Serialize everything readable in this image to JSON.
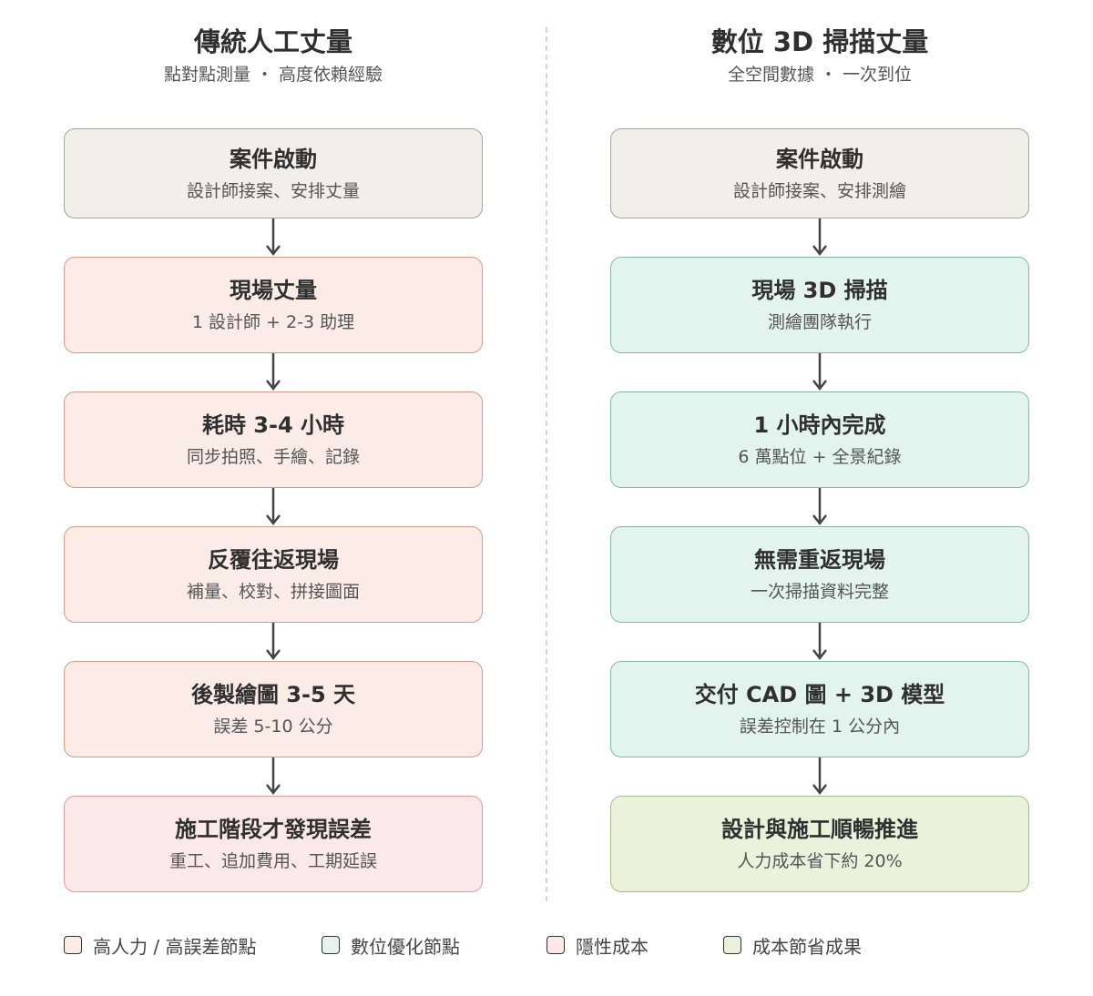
{
  "left_column": {
    "title": "傳統人工丈量",
    "subtitle": "點對點測量 ・ 高度依賴經驗",
    "steps": [
      {
        "title": "案件啟動",
        "subtitle": "設計師接案、安排丈量",
        "kind": "neutral"
      },
      {
        "title": "現場丈量",
        "subtitle": "1 設計師 + 2-3 助理",
        "kind": "high"
      },
      {
        "title": "耗時 3-4 小時",
        "subtitle": "同步拍照、手繪、記錄",
        "kind": "high"
      },
      {
        "title": "反覆往返現場",
        "subtitle": "補量、校對、拼接圖面",
        "kind": "high"
      },
      {
        "title": "後製繪圖 3-5 天",
        "subtitle": "誤差 5-10 公分",
        "kind": "high"
      },
      {
        "title": "施工階段才發現誤差",
        "subtitle": "重工、追加費用、工期延誤",
        "kind": "hidden"
      }
    ]
  },
  "right_column": {
    "title": "數位 3D 掃描丈量",
    "subtitle": "全空間數據 ・ 一次到位",
    "steps": [
      {
        "title": "案件啟動",
        "subtitle": "設計師接案、安排測繪",
        "kind": "neutral"
      },
      {
        "title": "現場 3D 掃描",
        "subtitle": "測繪團隊執行",
        "kind": "digital"
      },
      {
        "title": "1 小時內完成",
        "subtitle": "6 萬點位 + 全景紀錄",
        "kind": "digital"
      },
      {
        "title": "無需重返現場",
        "subtitle": "一次掃描資料完整",
        "kind": "digital"
      },
      {
        "title": "交付 CAD 圖 + 3D 模型",
        "subtitle": "誤差控制在 1 公分內",
        "kind": "digital"
      },
      {
        "title": "設計與施工順暢推進",
        "subtitle": "人力成本省下約 20%",
        "kind": "saving"
      }
    ]
  },
  "legend": [
    {
      "label": "高人力 / 高誤差節點",
      "kind": "high"
    },
    {
      "label": "數位優化節點",
      "kind": "digital"
    },
    {
      "label": "隱性成本",
      "kind": "hidden"
    },
    {
      "label": "成本節省成果",
      "kind": "saving"
    }
  ],
  "colors": {
    "neutral": "#f1efea",
    "high": "#fbece7",
    "digital": "#e3f4ee",
    "hidden": "#fbe9e9",
    "saving": "#eaf2dc",
    "arrow": "#444444"
  },
  "icons": {
    "connector": "arrow-down-icon"
  }
}
